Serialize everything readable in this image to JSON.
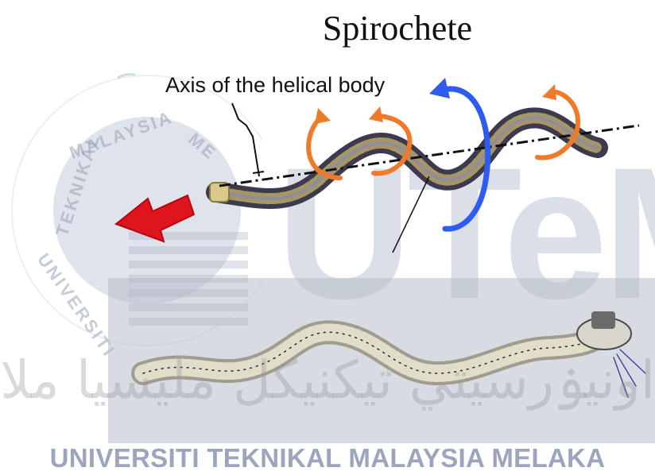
{
  "title": "Spirochete",
  "axis_label": "Axis of the helical body",
  "watermark": {
    "logo_text": "UTeM",
    "university_name": "UNIVERSITI TEKNIKAL MALAYSIA MELAKA",
    "seal_top": "MALAYSIA",
    "seal_top_partial": "ME",
    "seal_left": "TEKNIKAL",
    "seal_bottom_left": "UNIVERSITI",
    "jawi": "اونيۏرسيتي تيكنيكل مليسيا ملاك"
  },
  "colors": {
    "rotation_small": "#f07a2a",
    "rotation_large": "#2f5cf0",
    "motion_arrow": "#e0141c",
    "watermark": "#a8b2c8"
  }
}
